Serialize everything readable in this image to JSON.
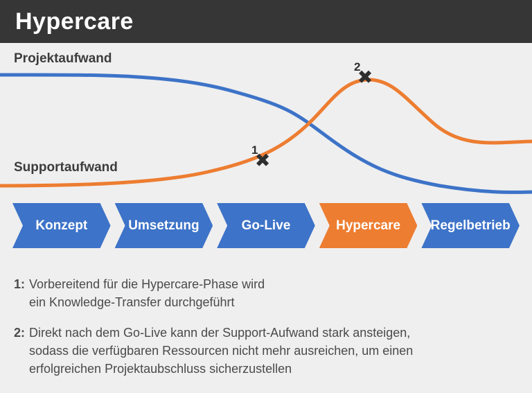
{
  "header": {
    "title": "Hypercare",
    "bg": "#363636"
  },
  "colors": {
    "background": "#efefef",
    "blue": "#3d73c8",
    "orange": "#ed7d31"
  },
  "chart": {
    "curves": [
      {
        "name": "Projektaufwand",
        "color": "#3d73c8"
      },
      {
        "name": "Supportaufwand",
        "color": "#ed7d31"
      }
    ],
    "markers": [
      {
        "label": "1",
        "symbol": "✖"
      },
      {
        "label": "2",
        "symbol": "✖"
      }
    ]
  },
  "phases": [
    {
      "label": "Konzept",
      "color": "#3d73c8"
    },
    {
      "label": "Umsetzung",
      "color": "#3d73c8"
    },
    {
      "label": "Go-Live",
      "color": "#3d73c8"
    },
    {
      "label": "Hypercare",
      "color": "#ed7d31"
    },
    {
      "label": "Regelbetrieb",
      "color": "#3d73c8"
    }
  ],
  "notes": [
    {
      "prefix": "1:",
      "lines": [
        "Vorbereitend für die Hypercare-Phase wird",
        "ein Knowledge-Transfer durchgeführt"
      ]
    },
    {
      "prefix": "2:",
      "lines": [
        "Direkt nach dem Go-Live kann der Support-Aufwand stark ansteigen,",
        "sodass die verfügbaren Ressourcen nicht mehr ausreichen, um einen",
        "erfolgreichen Projektaubschluss sicherzustellen"
      ]
    }
  ]
}
